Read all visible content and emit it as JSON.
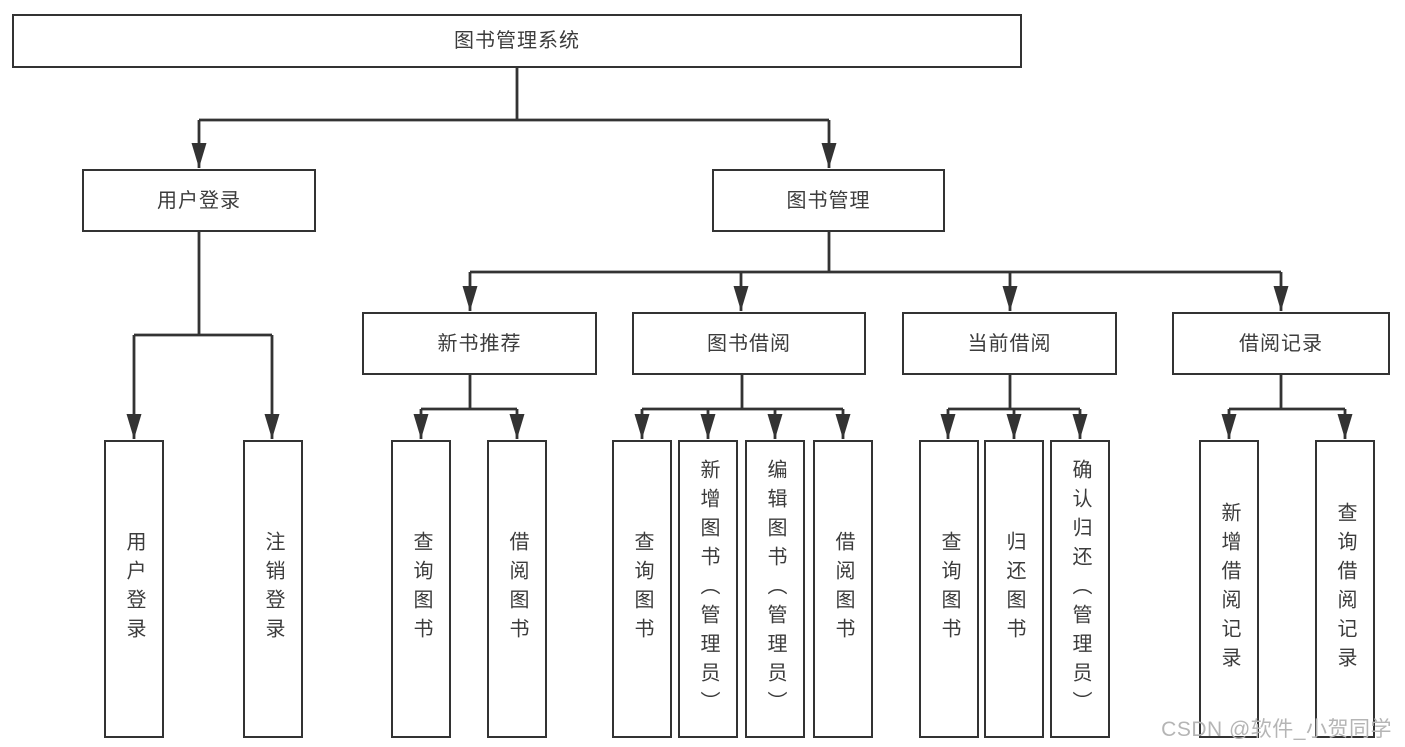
{
  "diagram": {
    "root": "图书管理系统",
    "user_login": {
      "label": "用户登录",
      "children": [
        "用户登录",
        "注销登录"
      ]
    },
    "book_mgmt": {
      "label": "图书管理",
      "sections": [
        {
          "label": "新书推荐",
          "children": [
            "查询图书",
            "借阅图书"
          ]
        },
        {
          "label": "图书借阅",
          "children": [
            "查询图书",
            "新增图书（管理员）",
            "编辑图书（管理员）",
            "借阅图书"
          ]
        },
        {
          "label": "当前借阅",
          "children": [
            "查询图书",
            "归还图书",
            "确认归还（管理员）"
          ]
        },
        {
          "label": "借阅记录",
          "children": [
            "新增借阅记录",
            "查询借阅记录"
          ]
        }
      ]
    }
  },
  "watermark": {
    "text": "CSDN @软件_小贺同学"
  },
  "colors": {
    "line": "#333333",
    "text": "#3c3c3c",
    "wm": "#b5b5b5",
    "bg": "#ffffff"
  }
}
